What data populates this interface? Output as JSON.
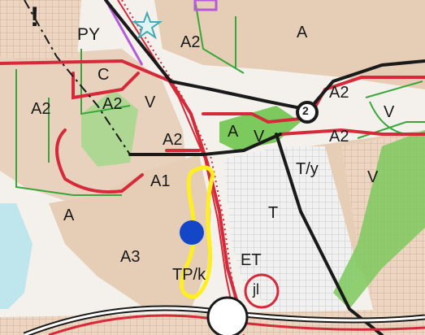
{
  "map": {
    "zones": {
      "py": "PY",
      "a2_top": "A2",
      "a_top_right": "A",
      "c": "C",
      "a2_left": "A2",
      "a2_mid": "A2",
      "v_mid": "V",
      "a2_center": "A2",
      "a_center": "A",
      "v_center": "V",
      "a2_right_top": "A2",
      "v_right_top": "V",
      "a2_right": "A2",
      "ty": "T/y",
      "v_right": "V",
      "a1": "A1",
      "t": "T",
      "a_left": "A",
      "a3": "A3",
      "et": "ET",
      "tp": "TP/k",
      "jl": "jl",
      "exclamation": "!"
    },
    "symbols": {
      "star": "star-icon",
      "junction": "junction-circle-icon",
      "marker": "location-marker-icon"
    },
    "junction_number": "2",
    "colors": {
      "background": "#f4f1ec",
      "residential": "#e8cfb8",
      "green": "#8fcf6e",
      "green_dark": "#3aa63a",
      "road_red": "#d42a3a",
      "rail_black": "#1a1a1a",
      "grid_gray": "#cfcfcf",
      "water": "#bfe6ec",
      "highlight": "#ffee22",
      "marker": "#1447c7",
      "purple": "#b35bd9"
    }
  }
}
